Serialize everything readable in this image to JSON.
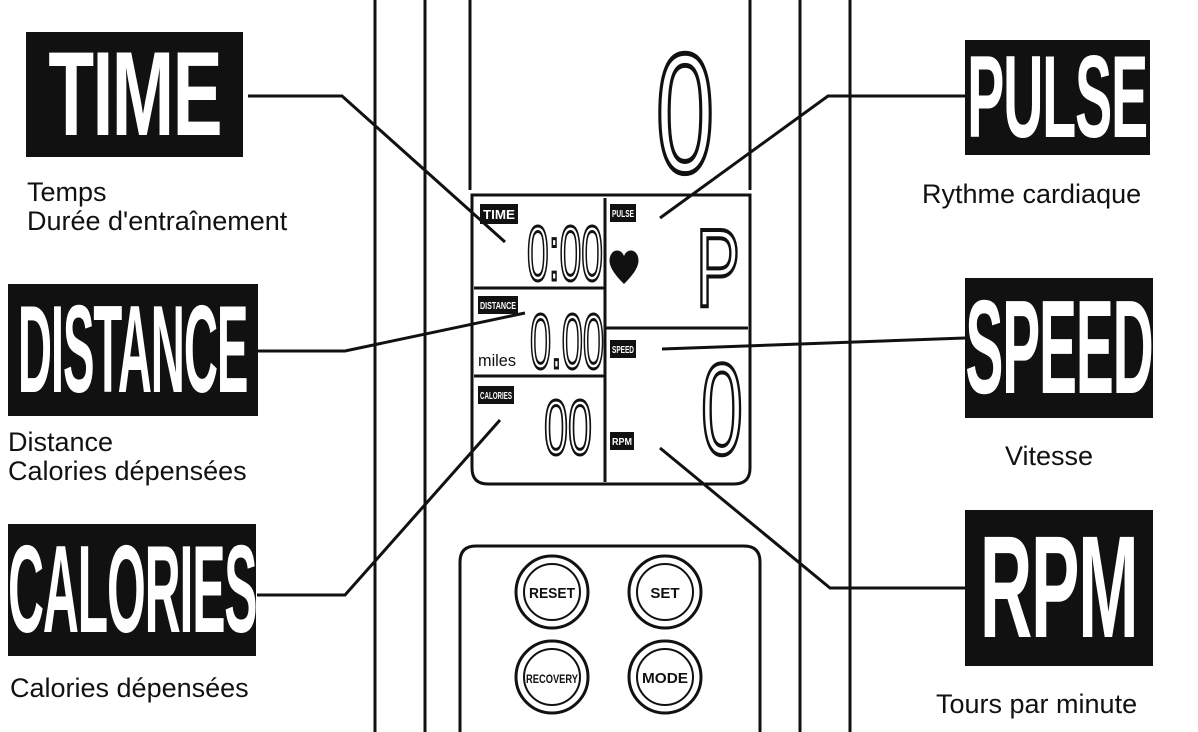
{
  "labels": {
    "time": "TIME",
    "distance": "DISTANCE",
    "calories": "CALORIES",
    "pulse": "PULSE",
    "speed": "SPEED",
    "rpm": "RPM"
  },
  "captions": {
    "time_line1": "Temps",
    "time_line2": "Durée d'entraînement",
    "distance_line1": "Distance",
    "distance_line2": "Calories dépensées",
    "calories": "Calories dépensées",
    "pulse": "Rythme cardiaque",
    "speed": "Vitesse",
    "rpm": "Tours par minute"
  },
  "lcd": {
    "top_value": "0",
    "time_tag": "TIME",
    "time_value": "0:00",
    "distance_tag": "DISTANCE",
    "distance_value": "0.00",
    "distance_unit": "miles",
    "calories_tag": "CALORIES",
    "calories_value": "00",
    "pulse_tag": "PULSE",
    "pulse_value": "P",
    "speed_tag": "SPEED",
    "speed_value": "0",
    "rpm_tag": "RPM"
  },
  "buttons": {
    "reset": "RESET",
    "set": "SET",
    "recovery": "RECOVERY",
    "mode": "MODE"
  },
  "icons": {
    "heart": "heart-icon"
  }
}
